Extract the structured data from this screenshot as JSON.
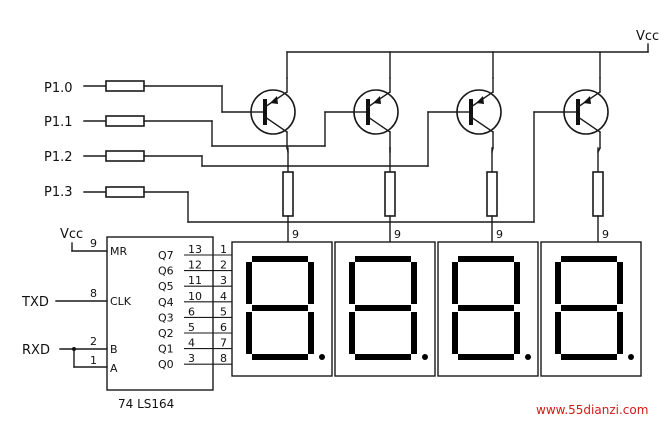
{
  "supply": {
    "vcc_top": "Vcc",
    "vcc_left": "Vcc"
  },
  "port_lines": [
    "P1.0",
    "P1.1",
    "P1.2",
    "P1.3"
  ],
  "serial": {
    "txd": "TXD",
    "rxd": "RXD"
  },
  "chip": {
    "name": "74 LS164",
    "inputs": [
      {
        "label": "MR",
        "pin": "9"
      },
      {
        "label": "CLK",
        "pin": "8"
      },
      {
        "label": "B",
        "pin": "2"
      },
      {
        "label": "A",
        "pin": "1"
      }
    ],
    "outputs": [
      {
        "label": "Q7",
        "pin": "13",
        "seg_pin": "1"
      },
      {
        "label": "Q6",
        "pin": "12",
        "seg_pin": "2"
      },
      {
        "label": "Q5",
        "pin": "11",
        "seg_pin": "3"
      },
      {
        "label": "Q4",
        "pin": "10",
        "seg_pin": "4"
      },
      {
        "label": "Q3",
        "pin": "6",
        "seg_pin": "5"
      },
      {
        "label": "Q2",
        "pin": "5",
        "seg_pin": "6"
      },
      {
        "label": "Q1",
        "pin": "4",
        "seg_pin": "7"
      },
      {
        "label": "Q0",
        "pin": "3",
        "seg_pin": "8"
      }
    ]
  },
  "display_common_pin": "9",
  "digit_count": 4,
  "watermark": "www.55dianzi.com"
}
